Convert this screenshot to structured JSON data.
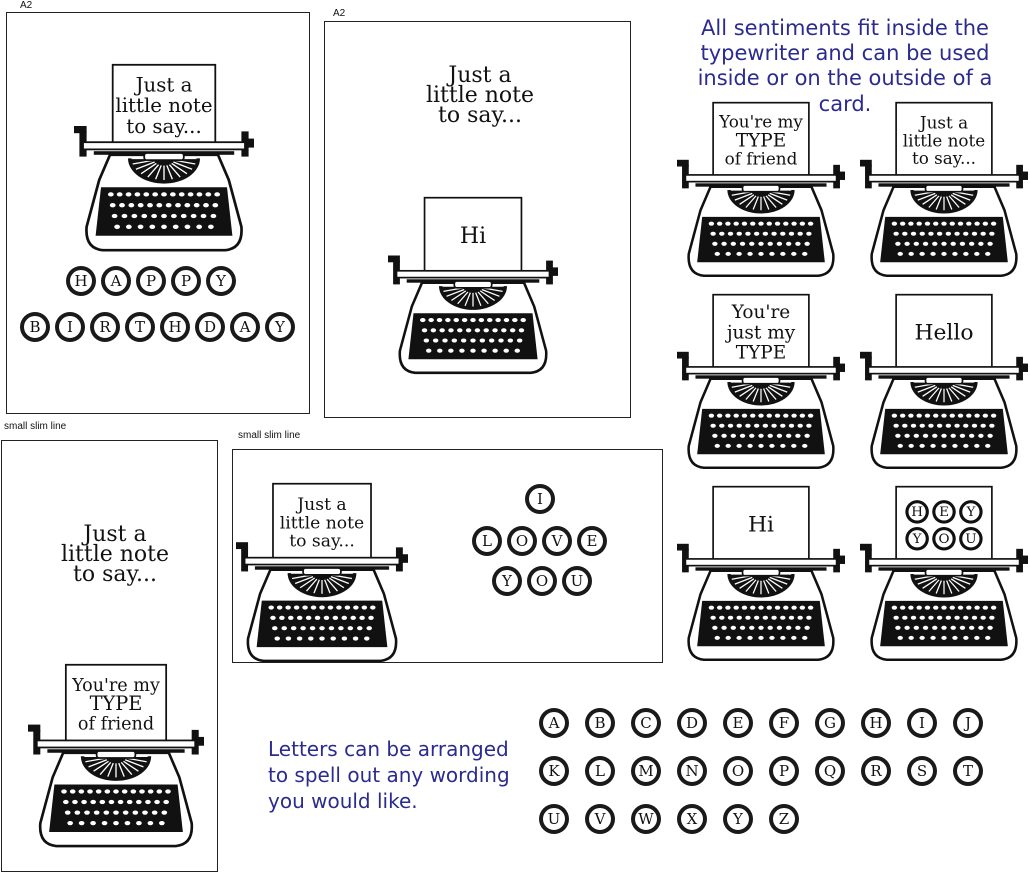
{
  "labels": {
    "a2_left": "A2",
    "a2_right": "A2",
    "slim_left": "small slim line",
    "slim_right": "small slim line"
  },
  "sentiments": {
    "just_note": "Just a\nlittle note\nto say...",
    "hi": "Hi",
    "hello": "Hello",
    "type_friend_1": "You're my",
    "type_friend_2": "TYPE",
    "type_friend_3": "of friend",
    "just_type_1": "You're",
    "just_type_2": "just my",
    "just_type_3": "TYPE"
  },
  "key_words": {
    "happy": [
      "H",
      "A",
      "P",
      "P",
      "Y"
    ],
    "birthday": [
      "B",
      "I",
      "R",
      "T",
      "H",
      "D",
      "A",
      "Y"
    ],
    "i": [
      "I"
    ],
    "love": [
      "L",
      "O",
      "V",
      "E"
    ],
    "you": [
      "Y",
      "O",
      "U"
    ],
    "hey": [
      "H",
      "E",
      "Y"
    ],
    "you2": [
      "Y",
      "O",
      "U"
    ]
  },
  "notes": {
    "top_right": "All sentiments fit inside the typewriter and can be used inside or on the outside of a card.",
    "bottom": "Letters can be arranged to spell out any wording you would like."
  },
  "alphabet_rows": [
    [
      "A",
      "B",
      "C",
      "D",
      "E",
      "F",
      "G",
      "H",
      "I",
      "J"
    ],
    [
      "K",
      "L",
      "M",
      "N",
      "O",
      "P",
      "Q",
      "R",
      "S",
      "T"
    ],
    [
      "U",
      "V",
      "W",
      "X",
      "Y",
      "Z"
    ]
  ]
}
